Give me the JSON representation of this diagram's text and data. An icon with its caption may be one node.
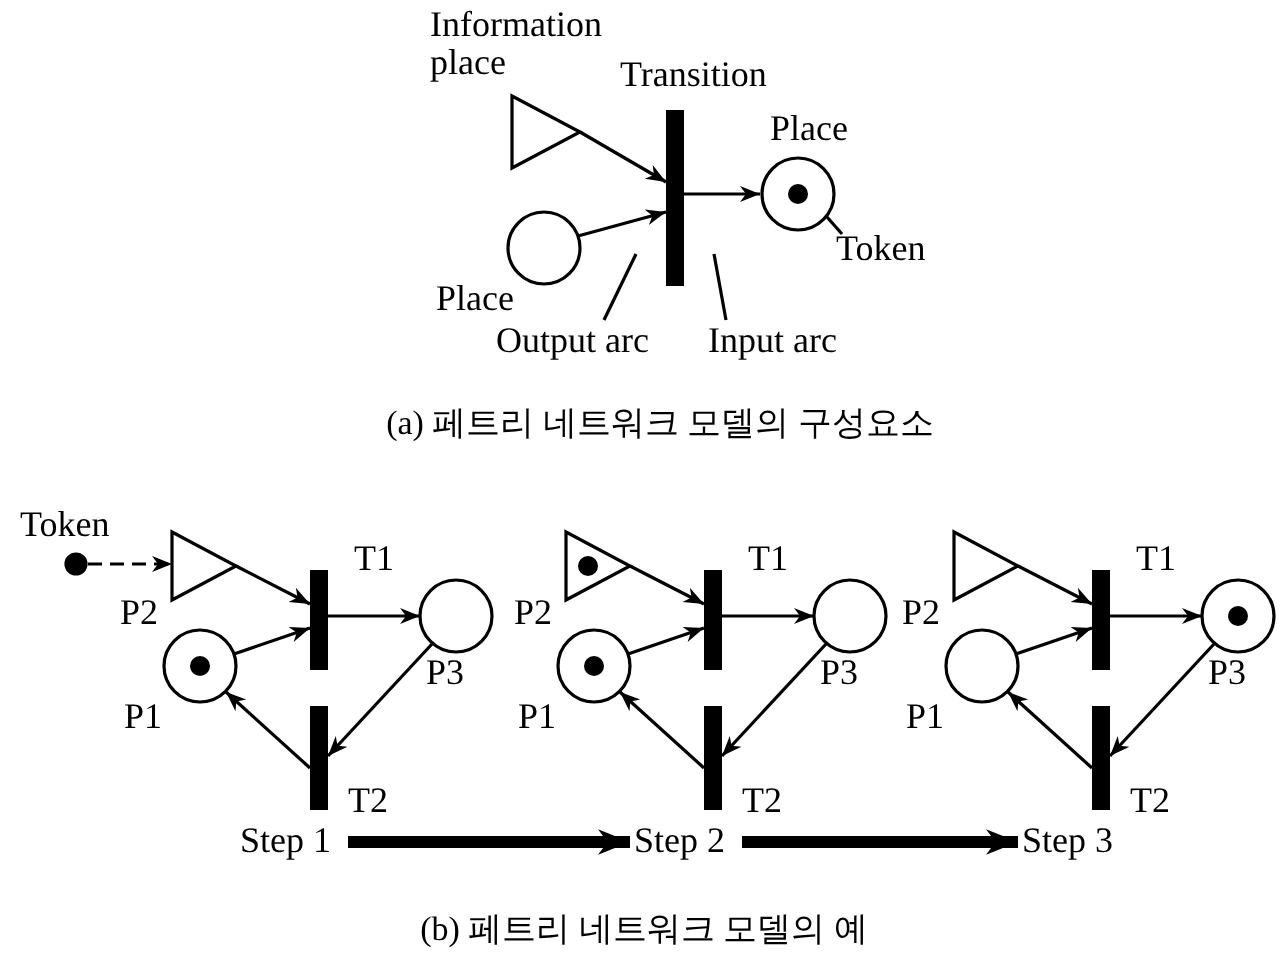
{
  "diagram": {
    "nodes": [
      {
        "text": [
          "Information place"
        ]
      },
      {
        "text": [
          "Transition"
        ]
      },
      {
        "text": [
          "Place"
        ]
      },
      {
        "text": [],
        "shape": "circle",
        "in": 2
      },
      {
        "text": [
          "Place"
        ]
      },
      {
        "text": [
          "Token"
        ]
      },
      {
        "text": [
          "Output arc"
        ]
      },
      {
        "text": [
          "Input arc"
        ]
      },
      {
        "text": [
          "Token"
        ]
      },
      {
        "text": [
          "P2"
        ]
      },
      {
        "text": [
          "T1"
        ]
      },
      {
        "text": [
          "P3"
        ]
      },
      {
        "text": [
          "P1"
        ]
      },
      {
        "text": [],
        "shape": "circle",
        "in": 12
      },
      {
        "text": [
          "T2"
        ]
      },
      {
        "text": [
          "Step 1"
        ]
      },
      {
        "text": [
          "P2"
        ]
      },
      {
        "text": [],
        "shape": "circle",
        "in": 16
      },
      {
        "text": [
          "T1"
        ]
      },
      {
        "text": [
          "P3"
        ]
      },
      {
        "text": [
          "P1"
        ]
      },
      {
        "text": [],
        "shape": "circle",
        "in": 20
      },
      {
        "text": [
          "T2"
        ]
      },
      {
        "text": [
          "Step 2"
        ]
      },
      {
        "text": [
          "P2"
        ]
      },
      {
        "text": [
          "T1"
        ]
      },
      {
        "text": [
          "P3"
        ]
      },
      {
        "text": [],
        "shape": "circle",
        "in": 26
      },
      {
        "text": [
          "P1"
        ]
      },
      {
        "text": [
          "T2"
        ]
      },
      {
        "text": [
          "Step 3"
        ]
      }
    ],
    "edges": [
      {
        "from": 0,
        "to": 1,
        "arrow": "to"
      },
      {
        "from": 4,
        "to": 1,
        "arrow": "to"
      },
      {
        "from": 1,
        "to": 2,
        "arrow": "to"
      },
      {
        "from": 5,
        "to": 3,
        "arrow": "none"
      },
      {
        "from": 6,
        "to": null,
        "arrow": "none"
      },
      {
        "from": 7,
        "to": null,
        "arrow": "none"
      },
      {
        "from": 8,
        "to": 9,
        "arrow": "to",
        "style": "dashed"
      },
      {
        "from": 9,
        "to": 10,
        "arrow": "to"
      },
      {
        "from": 12,
        "to": 10,
        "arrow": "to"
      },
      {
        "from": 10,
        "to": 11,
        "arrow": "to"
      },
      {
        "from": 11,
        "to": 14,
        "arrow": "to"
      },
      {
        "from": 14,
        "to": 12,
        "arrow": "to"
      },
      {
        "from": 15,
        "to": 23,
        "arrow": "to",
        "style": "thick"
      },
      {
        "from": 16,
        "to": 18,
        "arrow": "to"
      },
      {
        "from": 20,
        "to": 18,
        "arrow": "to"
      },
      {
        "from": 18,
        "to": 19,
        "arrow": "to"
      },
      {
        "from": 19,
        "to": 22,
        "arrow": "to"
      },
      {
        "from": 22,
        "to": 20,
        "arrow": "to"
      },
      {
        "from": 23,
        "to": 30,
        "arrow": "to",
        "style": "thick"
      },
      {
        "from": 24,
        "to": 25,
        "arrow": "to"
      },
      {
        "from": 28,
        "to": 25,
        "arrow": "to"
      },
      {
        "from": 25,
        "to": 26,
        "arrow": "to"
      },
      {
        "from": 26,
        "to": 29,
        "arrow": "to"
      },
      {
        "from": 29,
        "to": 28,
        "arrow": "to"
      }
    ],
    "labels": [
      "(a) 페트리 네트워크 모델의 구성요소",
      "(b) 페트리 네트워크 모델의 예"
    ]
  }
}
